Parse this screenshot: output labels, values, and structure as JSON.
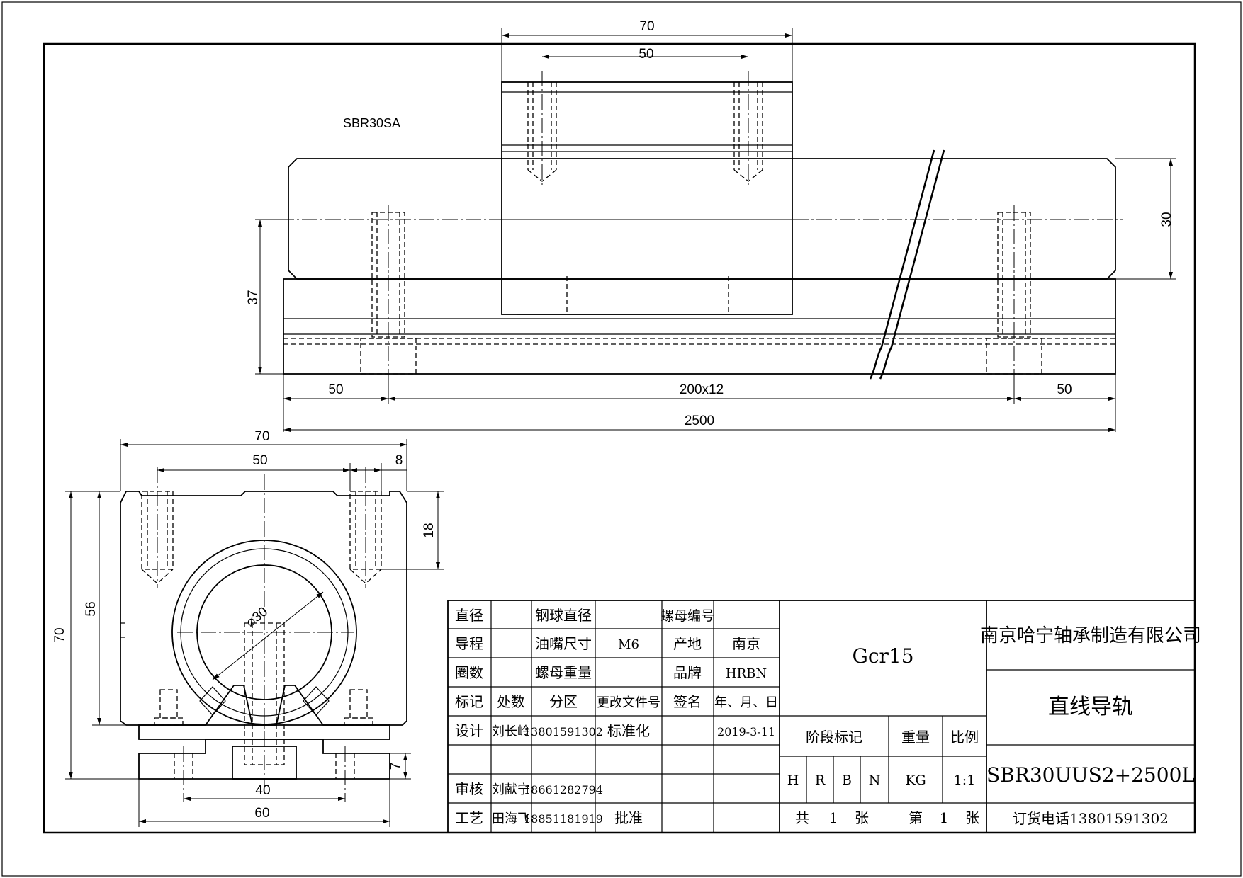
{
  "top_view": {
    "model_label": "SBR30SA",
    "dim_block_width": "70",
    "dim_hole_spacing": "50",
    "dim_shaft_dia": "30",
    "dim_center_height": "37",
    "dim_end_left": "50",
    "dim_pitch": "200x12",
    "dim_end_right": "50",
    "dim_total_length": "2500"
  },
  "front_view": {
    "dim_width": "70",
    "dim_hole_spacing": "50",
    "dim_hole_offset": "8",
    "dim_hole_depth": "18",
    "dim_body_height": "56",
    "dim_total_height": "70",
    "dim_bore": "⌀30",
    "dim_base_thickness": "7",
    "dim_base_hole_spacing": "40",
    "dim_base_width": "60"
  },
  "title_block": {
    "rows": [
      [
        "直径",
        "",
        "钢球直径",
        "",
        "螺母编号",
        ""
      ],
      [
        "导程",
        "",
        "油嘴尺寸",
        "M6",
        "产地",
        "南京"
      ],
      [
        "圈数",
        "",
        "螺母重量",
        "",
        "品牌",
        "HRBN"
      ],
      [
        "标记",
        "处数",
        "分区",
        "更改文件号",
        "签名",
        "年、月、日"
      ],
      [
        "设计",
        "刘长岭",
        "13801591302",
        "标准化",
        "",
        "2019-3-11"
      ],
      [
        "",
        "",
        "",
        "",
        "",
        ""
      ],
      [
        "审核",
        "刘献宁",
        "18661282794",
        "",
        "",
        ""
      ],
      [
        "工艺",
        "田海飞",
        "18851181919",
        "批准",
        "",
        ""
      ]
    ],
    "material": "Gcr15",
    "stage_label": "阶段标记",
    "weight_label": "重量",
    "scale_label": "比例",
    "stage_marks": [
      "H",
      "R",
      "B",
      "N"
    ],
    "weight_value": "KG",
    "scale_value": "1:1",
    "sheets_total_label": "共",
    "sheets_total": "1",
    "sheet_unit_1": "张",
    "sheet_no_label": "第",
    "sheet_no": "1",
    "sheet_unit_2": "张",
    "company": "南京哈宁轴承制造有限公司",
    "part_name": "直线导轨",
    "part_no": "SBR30UUS2+2500L",
    "phone": "订货电话13801591302"
  }
}
